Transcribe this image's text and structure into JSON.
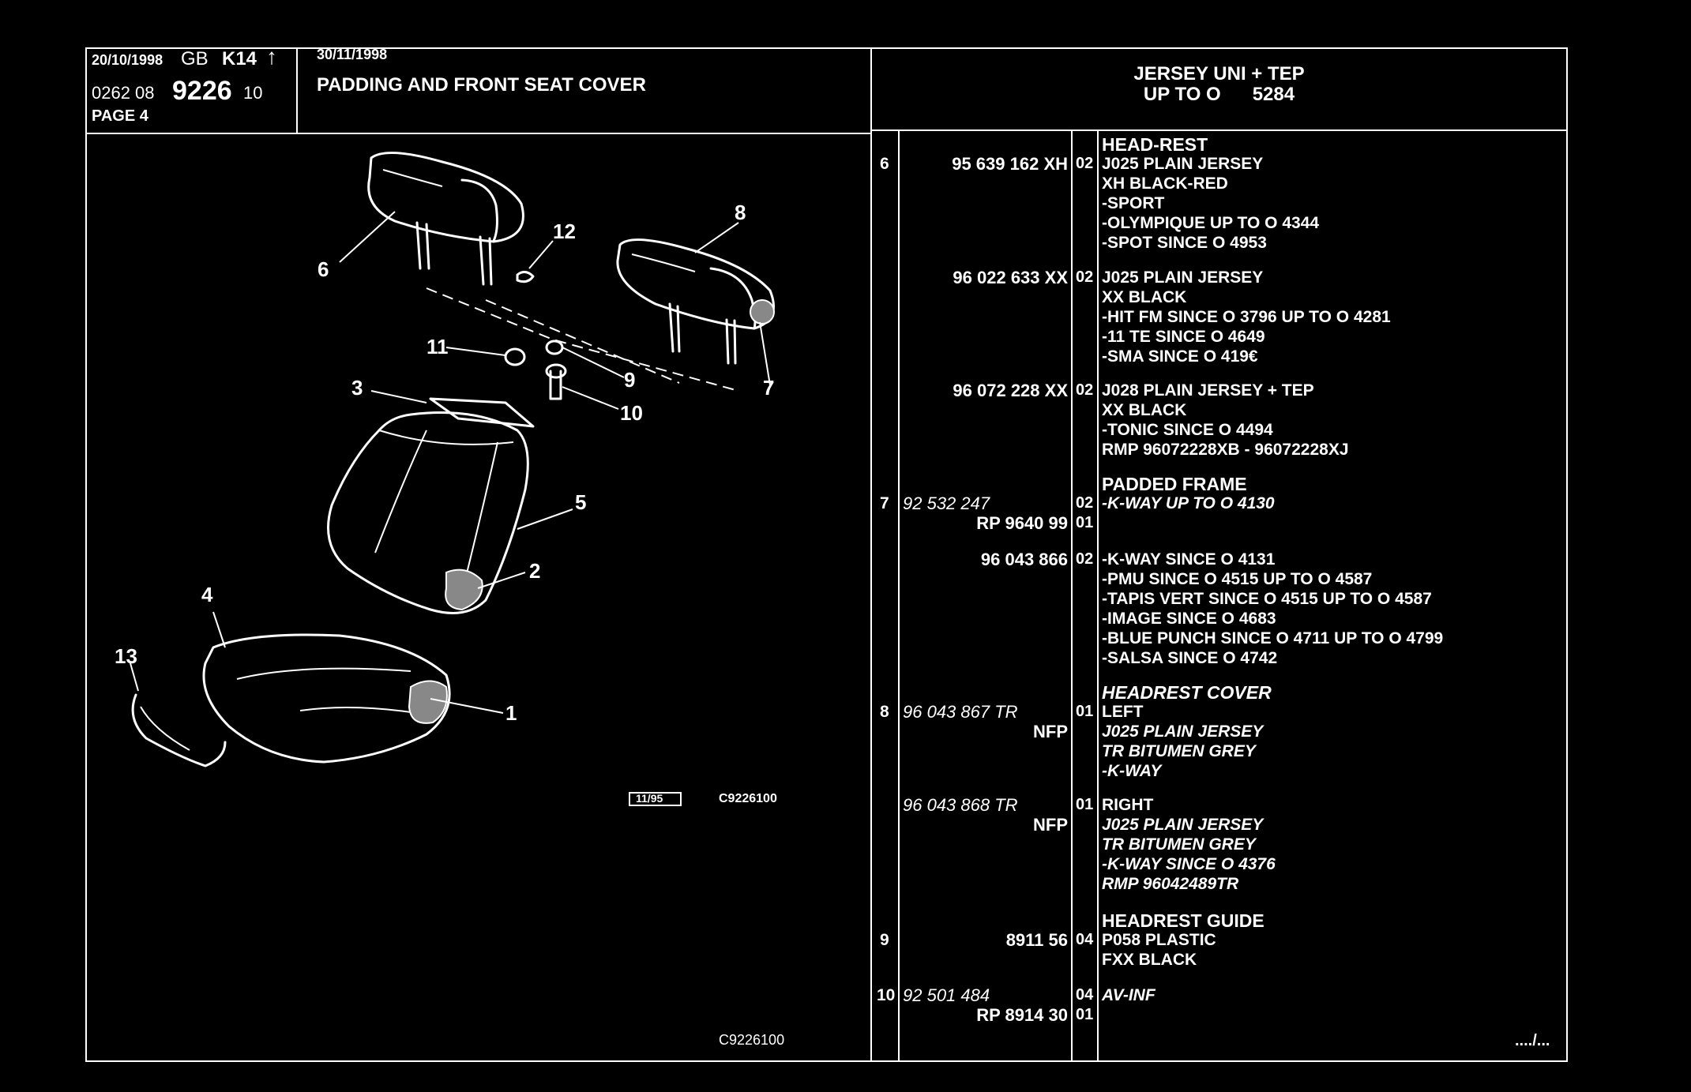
{
  "header": {
    "date1": "20/10/1998",
    "lang": "GB",
    "model": "K14",
    "code_prefix": "0262 08",
    "code_main": "9226",
    "code_suffix": "10",
    "page": "PAGE 4",
    "date2": "30/11/1998",
    "title": "PADDING AND FRONT SEAT COVER",
    "right_line1": "JERSEY UNI + TEP",
    "right_line2": "UP TO O      5284"
  },
  "diagram": {
    "callouts": [
      "1",
      "2",
      "3",
      "4",
      "5",
      "6",
      "7",
      "8",
      "9",
      "10",
      "11",
      "12",
      "13"
    ],
    "stamp_box": "11/95",
    "stamp_ref": "C9226100",
    "bottom_ref": "C9226100"
  },
  "parts": [
    {
      "ref": "6",
      "part": "95 639 162 XH",
      "qty": "02",
      "lines": [
        "HEAD-REST",
        "J025 PLAIN JERSEY",
        "XH BLACK-RED",
        "-SPORT",
        "-OLYMPIQUE UP TO O 4344",
        "-SPOT SINCE O 4953"
      ]
    },
    {
      "ref": "",
      "part": "96 022 633 XX",
      "qty": "02",
      "lines": [
        "J025 PLAIN JERSEY",
        "XX BLACK",
        "-HIT FM SINCE O 3796 UP TO O 4281",
        "-11 TE SINCE O 4649",
        "-SMA SINCE O 419€"
      ]
    },
    {
      "ref": "",
      "part": "96 072 228 XX",
      "qty": "02",
      "lines": [
        "J028 PLAIN JERSEY + TEP",
        "XX BLACK",
        "-TONIC SINCE O 4494",
        "RMP 96072228XB - 96072228XJ"
      ]
    },
    {
      "ref": "7",
      "part": "92 532 247",
      "part2": "RP 9640 99",
      "qty": "02",
      "qty2": "01",
      "lines": [
        "PADDED FRAME",
        "-K-WAY UP TO O 4130"
      ]
    },
    {
      "ref": "",
      "part": "96 043 866",
      "qty": "02",
      "lines": [
        "-K-WAY SINCE O 4131",
        "-PMU SINCE O 4515 UP TO O 4587",
        "-TAPIS VERT SINCE O 4515 UP TO O 4587",
        "-IMAGE SINCE O 4683",
        "-BLUE PUNCH SINCE O 4711 UP TO O 4799",
        "-SALSA SINCE O 4742"
      ]
    },
    {
      "ref": "8",
      "part": "96 043 867 TR",
      "part2": "NFP",
      "qty": "01",
      "lines": [
        "HEADREST COVER",
        "LEFT",
        "J025 PLAIN JERSEY",
        "TR BITUMEN GREY",
        "-K-WAY"
      ]
    },
    {
      "ref": "",
      "part": "96 043 868 TR",
      "part2": "NFP",
      "qty": "01",
      "lines": [
        "RIGHT",
        "J025 PLAIN JERSEY",
        "TR BITUMEN GREY",
        "-K-WAY SINCE O 4376",
        "RMP 96042489TR"
      ]
    },
    {
      "ref": "9",
      "part": "8911 56",
      "qty": "04",
      "lines": [
        "HEADREST GUIDE",
        "P058 PLASTIC",
        "FXX BLACK"
      ]
    },
    {
      "ref": "10",
      "part": "92 501 484",
      "part2": "RP 8914 30",
      "qty": "04",
      "qty2": "01",
      "lines": [
        "AV-INF"
      ]
    }
  ],
  "footer": {
    "continued": "..../..."
  }
}
